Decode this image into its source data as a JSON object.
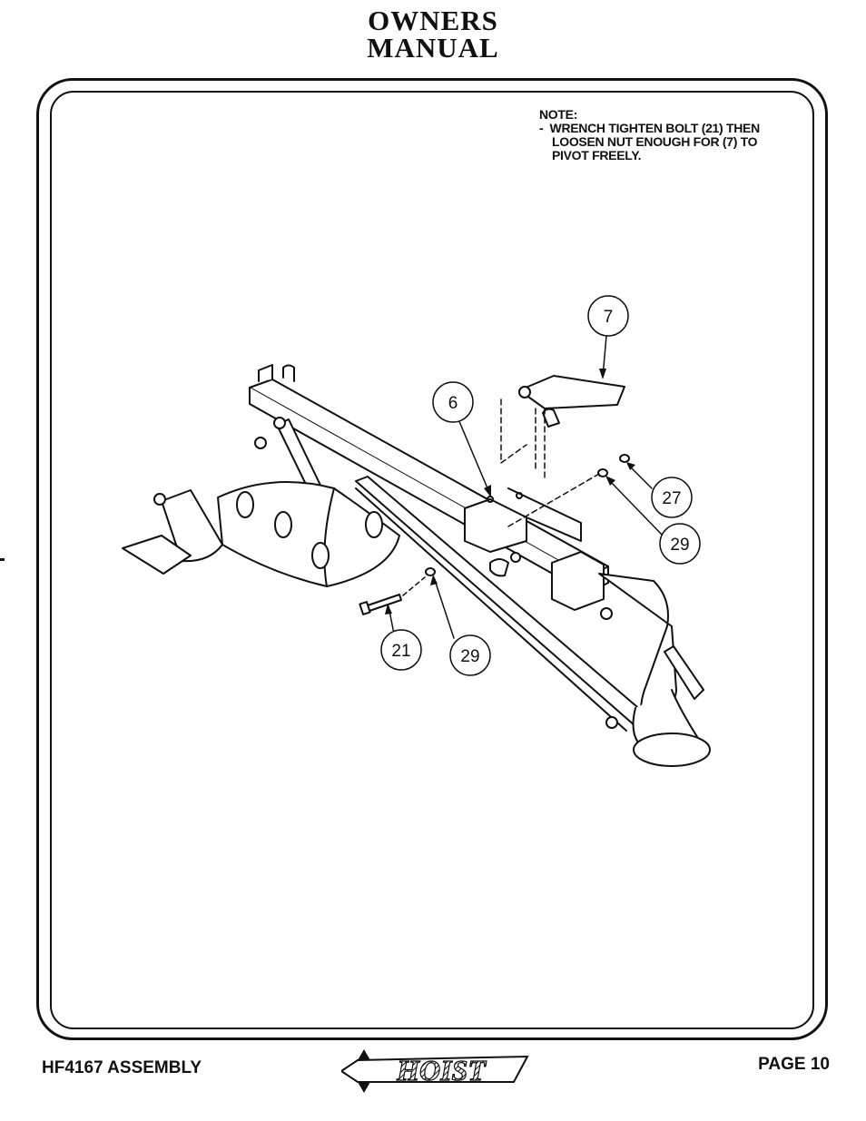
{
  "header": {
    "title_line1": "OWNERS",
    "title_line2": "MANUAL"
  },
  "note": {
    "heading": "NOTE:",
    "line1": "-  WRENCH TIGHTEN BOLT (21) THEN",
    "line2": "LOOSEN NUT ENOUGH FOR (7) TO",
    "line3": "PIVOT FREELY."
  },
  "callouts": {
    "part_7": "7",
    "part_6": "6",
    "part_27": "27",
    "part_29_upper": "29",
    "part_21": "21",
    "part_29_lower": "29"
  },
  "footer": {
    "left": "HF4167 ASSEMBLY",
    "logo_text": "HOIST",
    "right": "PAGE 10"
  }
}
